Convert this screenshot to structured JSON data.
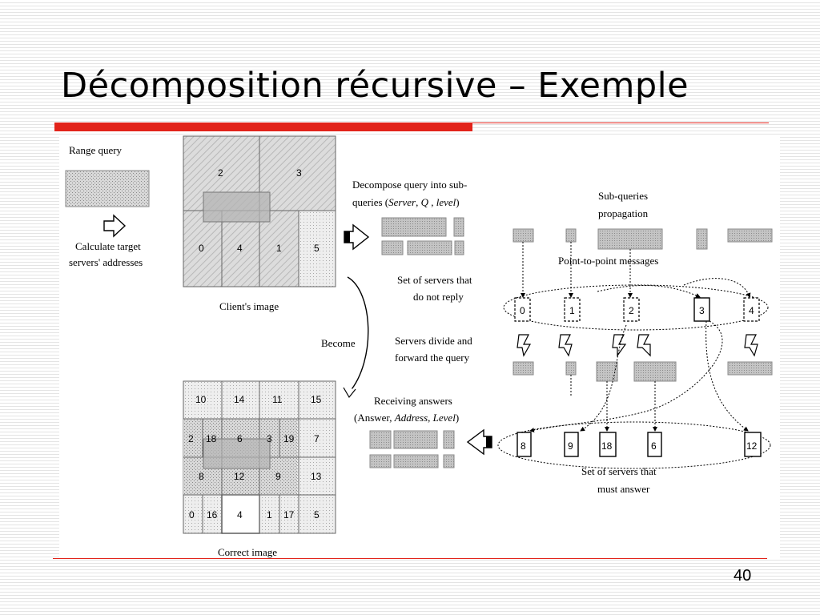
{
  "slide": {
    "title": "Décomposition récursive – Exemple",
    "page_number": "40"
  },
  "colors": {
    "accent_red": "#e2231a",
    "cell_fill": "#d6d6d6",
    "query_fill": "#b8b8b8"
  },
  "diagram": {
    "range_query_label": "Range query",
    "calculate_label_1": "Calculate target",
    "calculate_label_2": "servers' addresses",
    "clients_image_caption": "Client's image",
    "correct_image_caption": "Correct image",
    "become_label": "Become",
    "decompose_label_1": "Decompose query into sub-",
    "decompose_label_2": "queries (",
    "decompose_param_server": "Server",
    "decompose_sep_1": ", ",
    "decompose_param_q": "Q",
    "decompose_sep_2": " , ",
    "decompose_param_level": "level",
    "decompose_close": ")",
    "subqueries_label_1": "Sub-queries",
    "subqueries_label_2": "propagation",
    "p2p_label": "Point-to-point messages",
    "no_reply_label_1": "Set of servers that",
    "no_reply_label_2": "do not reply",
    "divide_label_1": "Servers divide and",
    "divide_label_2": "forward the query",
    "receiving_label_1": "Receiving answers",
    "receiving_open": "(Answer, ",
    "receiving_address": "Address",
    "receiving_sep": ", ",
    "receiving_level": "Level",
    "receiving_close": ")",
    "must_answer_label_1": "Set of servers that",
    "must_answer_label_2": "must answer",
    "client_cells": [
      "2",
      "3",
      "0",
      "4",
      "1",
      "5"
    ],
    "correct_cells": [
      "10",
      "14",
      "11",
      "15",
      "2",
      "18",
      "6",
      "3",
      "19",
      "7",
      "8",
      "12",
      "9",
      "13",
      "0",
      "16",
      "4",
      "1",
      "17",
      "5"
    ],
    "no_reply_servers": [
      "0",
      "1",
      "2",
      "3",
      "4"
    ],
    "must_answer_servers": [
      "8",
      "9",
      "18",
      "6",
      "12"
    ]
  }
}
